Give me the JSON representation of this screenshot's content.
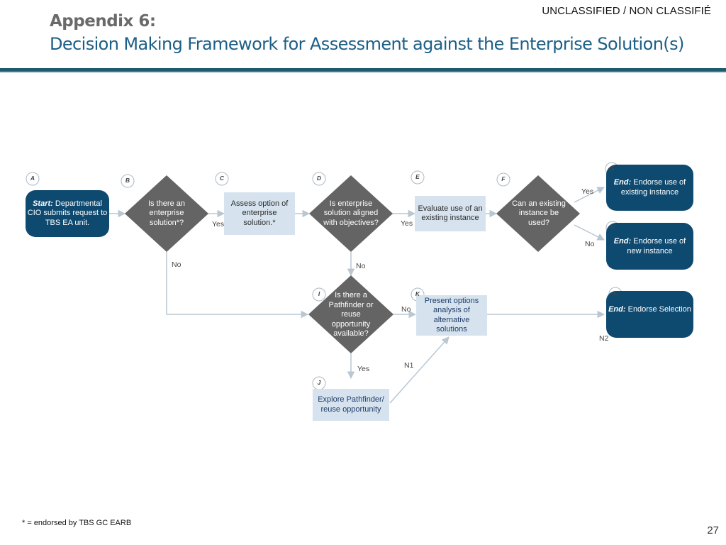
{
  "header": {
    "classification": "UNCLASSIFIED / NON CLASSIFIÉ",
    "title": "Appendix 6:",
    "subtitle": "Decision Making Framework for Assessment against the Enterprise Solution(s)"
  },
  "colors": {
    "accent_dark_blue": "#0e4a70",
    "diamond_grey": "#646464",
    "box_light_blue": "#d6e3ee",
    "rule": "#1f5b6f"
  },
  "nodes": {
    "A": {
      "marker": "A",
      "label_prefix": "Start:",
      "label": " Departmental CIO submits request to TBS EA unit."
    },
    "B": {
      "marker": "B",
      "label": "Is there an enterprise solution*?"
    },
    "C": {
      "marker": "C",
      "label": "Assess option of enterprise solution.*"
    },
    "D": {
      "marker": "D",
      "label": "Is enterprise solution aligned with objectives?"
    },
    "E": {
      "marker": "E",
      "label": "Evaluate use of an existing instance"
    },
    "F": {
      "marker": "F",
      "label": "Can an existing instance be used?"
    },
    "G": {
      "marker": "G",
      "label_prefix": "End:",
      "label": " Endorse use of existing instance"
    },
    "H": {
      "marker": "H",
      "label_prefix": "End:",
      "label": " Endorse use of new instance"
    },
    "I": {
      "marker": "I",
      "label": "Is there a Pathfinder or reuse opportunity available?"
    },
    "J": {
      "marker": "J",
      "label": "Explore Pathfinder/ reuse opportunity"
    },
    "K": {
      "marker": "K",
      "label": "Present options analysis of alternative solutions"
    },
    "L": {
      "marker": "L",
      "label_prefix": "End:",
      "label": " Endorse Selection"
    }
  },
  "edge_labels": {
    "b_no": "No",
    "b_yes": "Yes",
    "d_no": "No",
    "d_yes": "Yes",
    "f_yes": "Yes",
    "f_no": "No",
    "i_no": "No",
    "i_yes": "Yes",
    "n1": "N1",
    "n2": "N2"
  },
  "footnote": "* = endorsed by TBS GC EARB",
  "page_number": "27"
}
